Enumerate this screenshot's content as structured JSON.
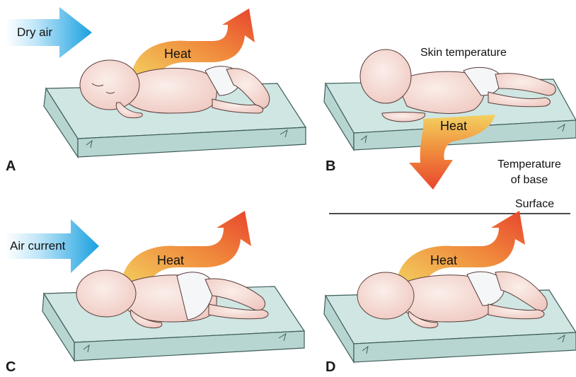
{
  "panels": {
    "a": {
      "letter": "A",
      "arrow_label": "Dry air",
      "heat_label": "Heat"
    },
    "b": {
      "letter": "B",
      "top_label": "Skin temperature",
      "heat_label": "Heat",
      "base_label_line1": "Temperature",
      "base_label_line2": "of base"
    },
    "c": {
      "letter": "C",
      "arrow_label": "Air current",
      "heat_label": "Heat"
    },
    "d": {
      "letter": "D",
      "surface_label": "Surface",
      "heat_label": "Heat"
    }
  },
  "colors": {
    "mattress_top": "#cfe6e3",
    "mattress_side": "#b7d6d2",
    "air_arrow_start": "#ffffff",
    "air_arrow_end": "#1aa0e0",
    "heat_start": "#f3d160",
    "heat_end": "#e8452d",
    "skin": "#f6dcd6",
    "diaper": "#f4f6f8"
  }
}
